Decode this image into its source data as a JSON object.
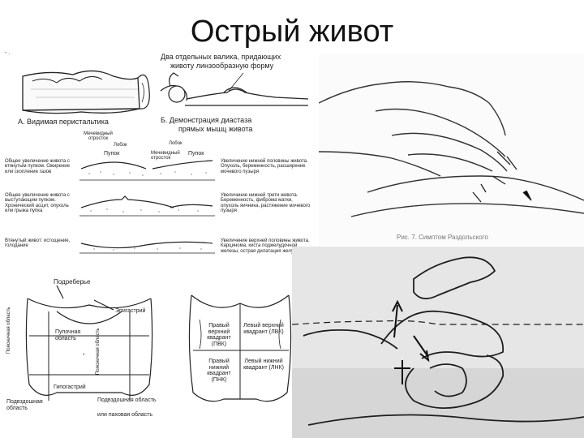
{
  "title": "Острый живот",
  "topleft_mark": "- .",
  "fig_a": {
    "caption": "А. Видимая перистальтика"
  },
  "fig_b": {
    "caption_line1": "Б. Демонстрация диастаза",
    "caption_line2": "прямых мышц живота",
    "annotation_line1": "Два отдельных валика, придающих",
    "annotation_line2": "животу линзообразную форму"
  },
  "profiles": {
    "label_xiphoid": "Мечевидный отросток",
    "label_xiphoid2": "Мечевидный отросток",
    "label_pubis": "Лобок",
    "label_pubis2": "Лобок",
    "label_navel": "Пупок",
    "label_navel2": "Пупок",
    "left_1": "Общее увеличение живота с втянутым пупком. Ожирение или скопление газов",
    "left_2": "Общее увеличение живота с выступающим пупком. Хронический асцит, опухоль или грыжа пупка",
    "left_3": "Втянутый живот: истощение, голодание",
    "right_1": "Увеличение нижней половины живота. Опухоль, беременность, расширение мочевого пузыря",
    "right_2": "Увеличение нижней трети живота. Беременность, фиброма матки, опухоль яичника, растяжение мочевого пузыря",
    "right_3": "Увеличение верхней половины живота. Карцинома, киста поджелудочной железы, острая дилатация желудка"
  },
  "regions": {
    "hypochondrium": "Подреберье",
    "epigastric": "Эпигастрий",
    "umbilical": "Пупочная область",
    "lumbar_left": "Поясничная область",
    "lumbar_right": "Поясничная область",
    "hypogastric": "Гипогастрий",
    "inguinal_left": "Подвздошная область",
    "inguinal_right": "Подвздошная область",
    "inguinal_right_line2": "или паховая область",
    "center_mark": "*"
  },
  "quadrants": {
    "ruq": "Правый верхний квадрант (ПВК)",
    "luq": "Левый верхний квадрант (ЛВК)",
    "rlq": "Правый нижний квадрант (ПНК)",
    "llq": "Левый нижний квадрант (ЛНК)"
  },
  "hand_figure": {
    "caption": "Рис. 7. Симптом Раздольского"
  },
  "colors": {
    "ink": "#222222",
    "photo_bg": "#e8e8e8",
    "photo_bg2": "#d9d9d9"
  }
}
